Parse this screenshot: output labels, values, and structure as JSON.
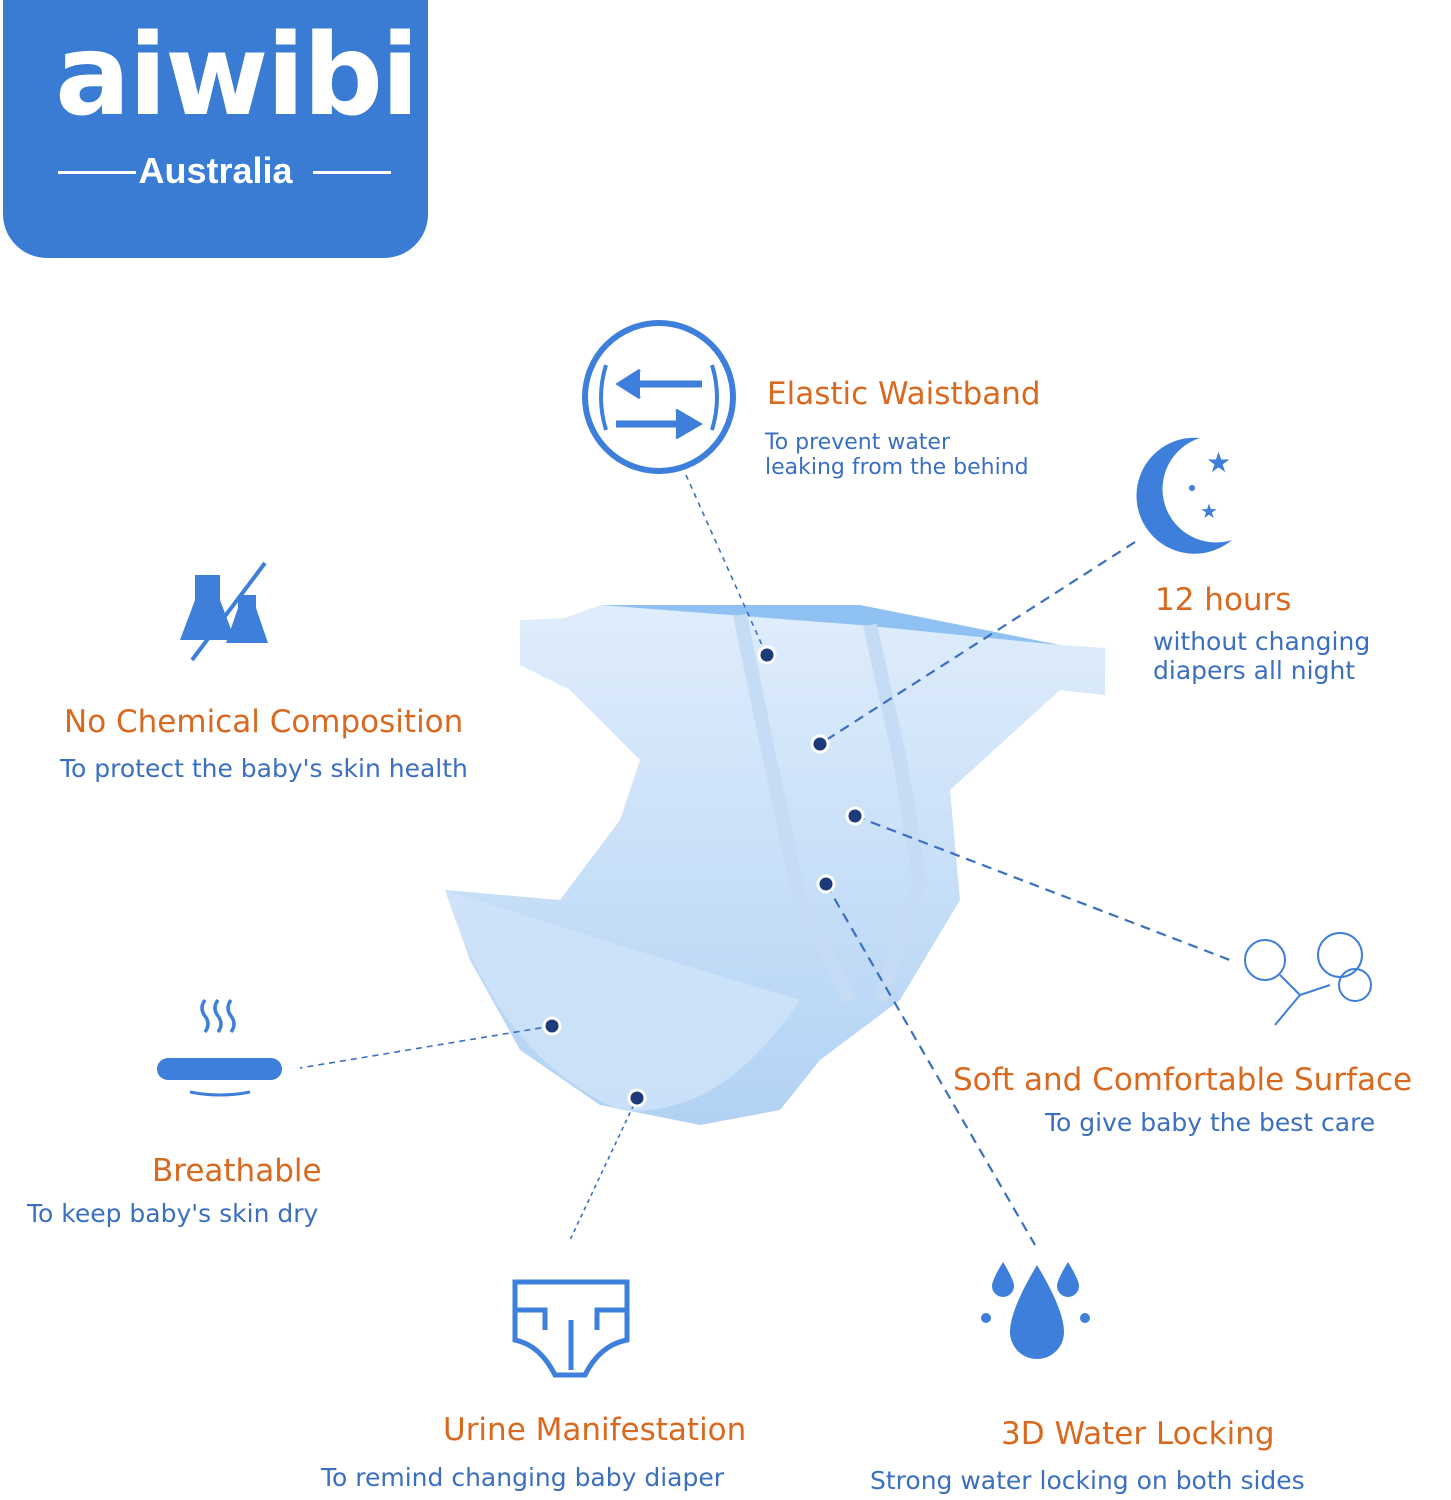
{
  "brand": {
    "name": "aiwibi",
    "region": "Australia",
    "color": "#3a7cd3",
    "accent": "#d91c1c"
  },
  "colors": {
    "title": "#d9691f",
    "description": "#3b6fc0",
    "icon": "#3d7fdb"
  },
  "features": [
    {
      "id": "elastic-waistband",
      "icon": "arrows-exchange-icon",
      "title": "Elastic Waistband",
      "description": [
        "To prevent water",
        "leaking from the behind"
      ]
    },
    {
      "id": "twelve-hours",
      "icon": "moon-stars-icon",
      "title": "12 hours",
      "description": [
        "without changing",
        "diapers all night"
      ]
    },
    {
      "id": "no-chemical",
      "icon": "no-chemical-flask-icon",
      "title": "No Chemical Composition",
      "description": [
        "To protect the baby's skin health"
      ]
    },
    {
      "id": "soft-surface",
      "icon": "cotton-icon",
      "title": "Soft and Comfortable Surface",
      "description": [
        "To give baby the best care"
      ]
    },
    {
      "id": "breathable",
      "icon": "breathable-steam-icon",
      "title": "Breathable",
      "description": [
        "To keep baby's skin dry"
      ]
    },
    {
      "id": "urine-manifestation",
      "icon": "diaper-icon",
      "title": "Urine Manifestation",
      "description": [
        "To remind changing baby diaper"
      ]
    },
    {
      "id": "water-locking",
      "icon": "water-drops-icon",
      "title": "3D Water Locking",
      "description": [
        "Strong water locking on both sides"
      ]
    }
  ]
}
